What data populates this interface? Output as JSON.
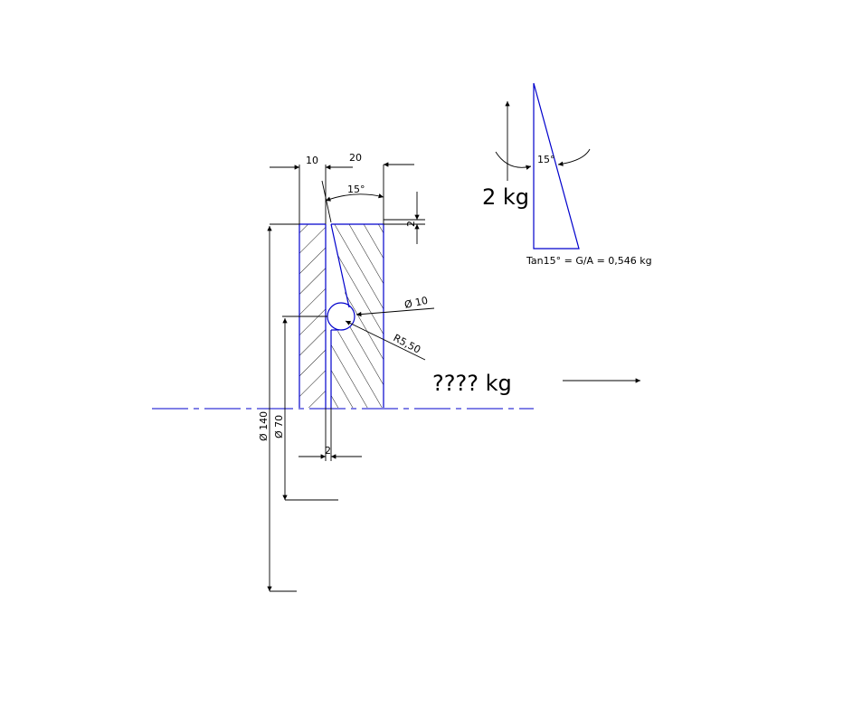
{
  "drawing": {
    "colors": {
      "geometry": "#0000cc",
      "dimension": "#000000",
      "background": "#ffffff"
    },
    "dimensions": {
      "width_left": "10",
      "width_right": "20",
      "angle_top": "15°",
      "chamfer": "2",
      "hole_diameter": "Ø 10",
      "radius": "R5,50",
      "diameter_outer": "Ø 140",
      "diameter_inner": "Ø 70",
      "gap": "2"
    },
    "force_label": "???? kg"
  },
  "wedge_diagram": {
    "angle_label": "15°",
    "load_label": "2 kg",
    "formula": "Tan15° = G/A = 0,546 kg"
  }
}
